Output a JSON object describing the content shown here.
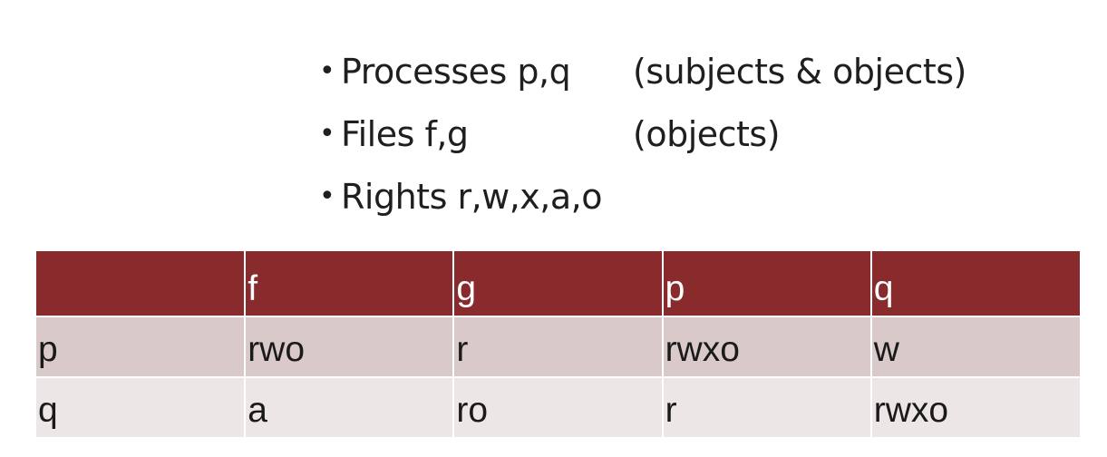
{
  "bullets": [
    {
      "marker": "•",
      "term": "Processes p,q",
      "note": "(subjects & objects)"
    },
    {
      "marker": "•",
      "term": "Files f,g",
      "note": "(objects)"
    },
    {
      "marker": "•",
      "term": "Rights r,w,x,a,o",
      "note": ""
    }
  ],
  "matrix": {
    "header": [
      "",
      "f",
      "g",
      "p",
      "q"
    ],
    "rows": [
      [
        "p",
        "rwo",
        "r",
        "rwxo",
        "w"
      ],
      [
        "q",
        "a",
        "ro",
        "r",
        "rwxo"
      ]
    ]
  },
  "colors": {
    "header_bg": "#892a2d",
    "row_odd_bg": "#d9c9c9",
    "row_even_bg": "#ede6e6"
  }
}
